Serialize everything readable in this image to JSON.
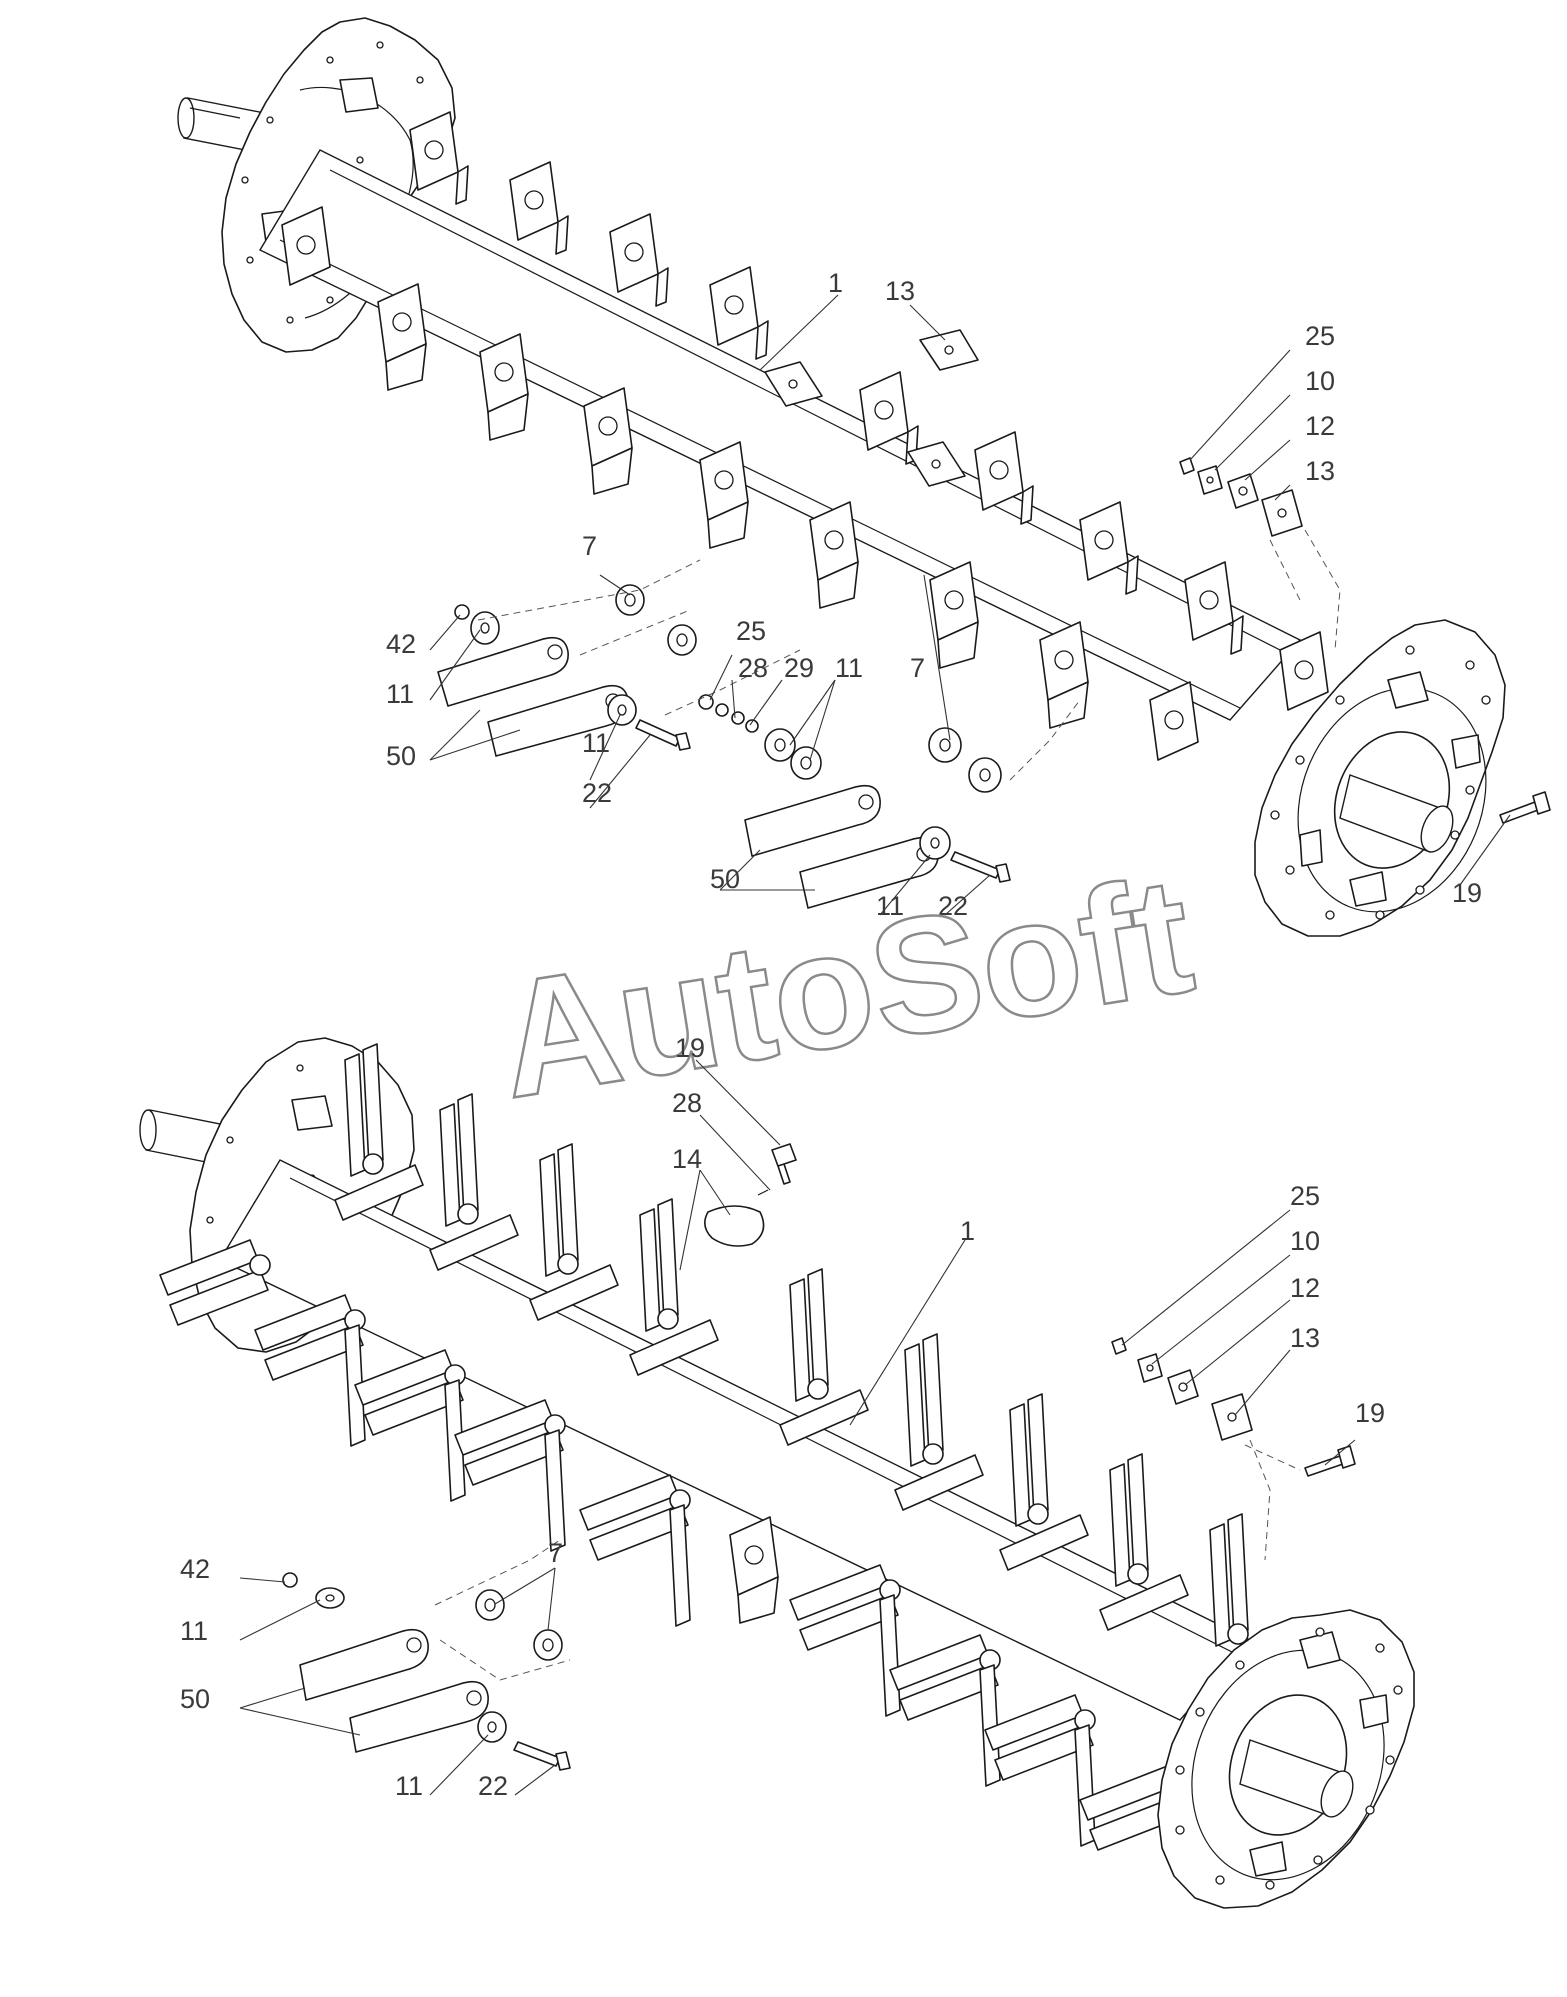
{
  "watermark": "AutoSoft",
  "upper_assembly": {
    "callouts": [
      "1",
      "13",
      "25",
      "10",
      "12",
      "13",
      "7",
      "42",
      "11",
      "50",
      "25",
      "28",
      "29",
      "11",
      "7",
      "11",
      "22",
      "50",
      "11",
      "22",
      "19"
    ]
  },
  "lower_assembly": {
    "callouts": [
      "19",
      "28",
      "14",
      "1",
      "25",
      "10",
      "12",
      "13",
      "19",
      "7",
      "42",
      "11",
      "50",
      "11",
      "22"
    ]
  }
}
